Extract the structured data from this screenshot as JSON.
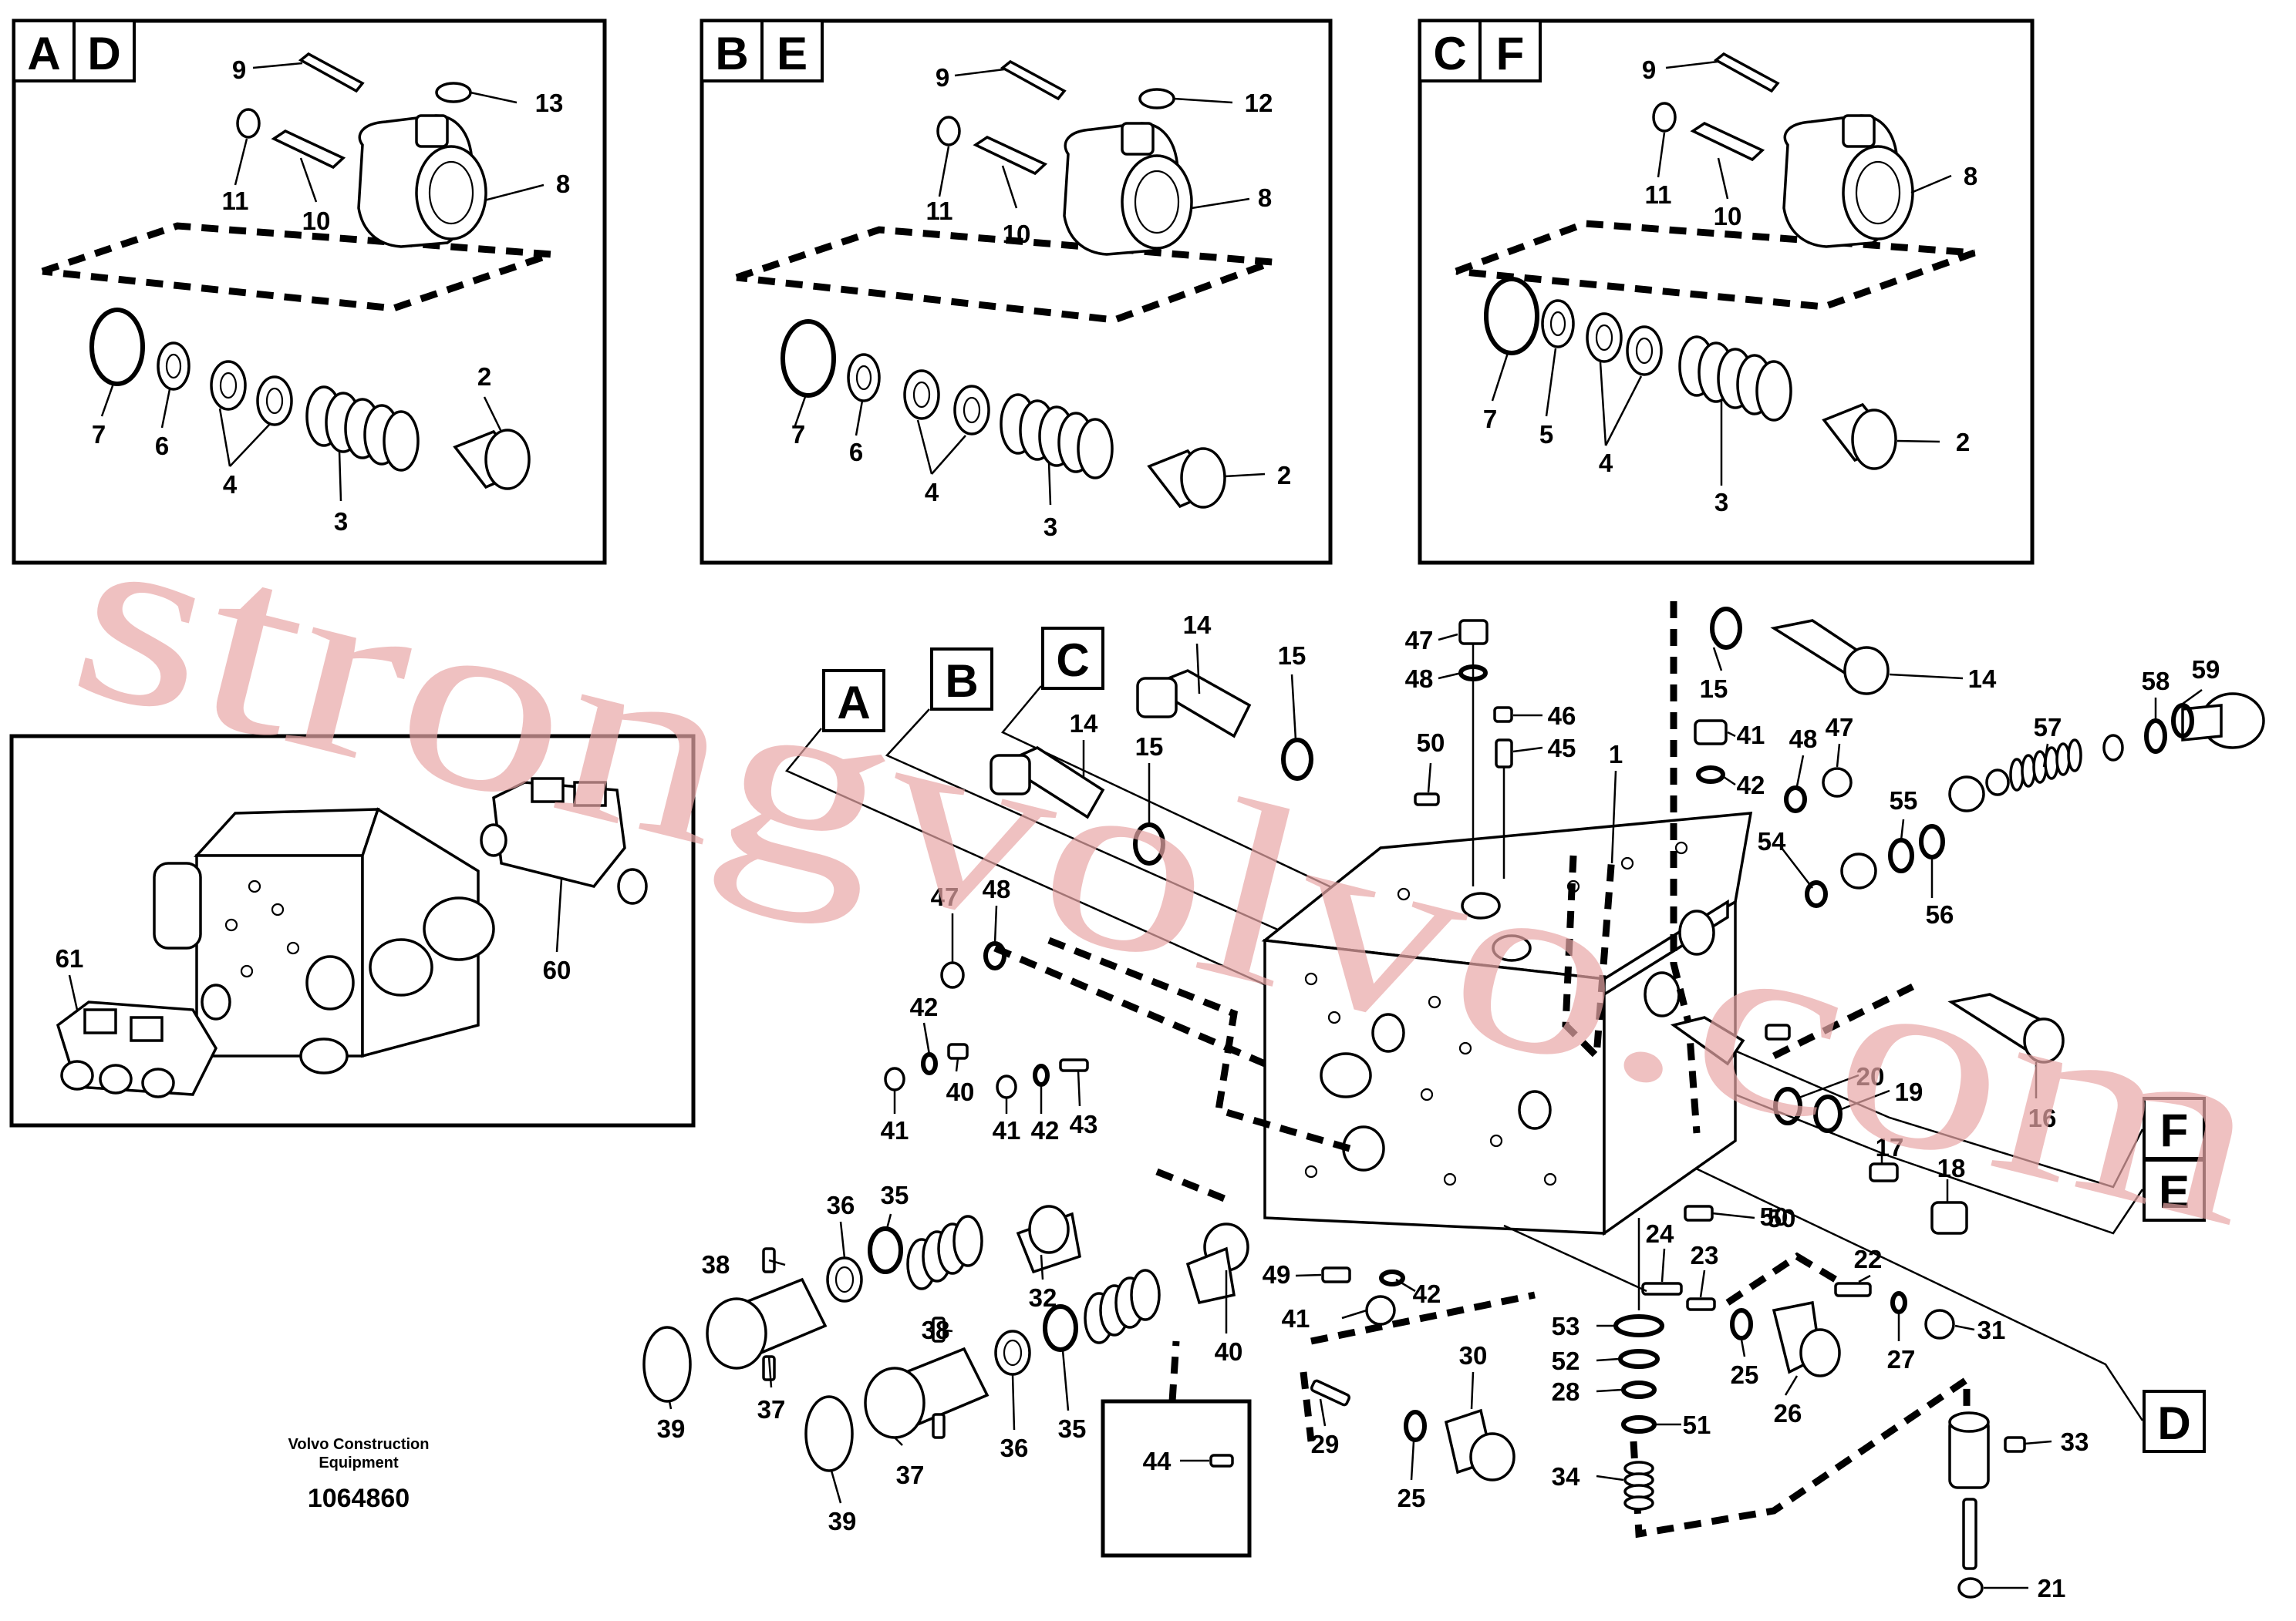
{
  "detail_tags": {
    "AD": [
      "A",
      "D"
    ],
    "BE": [
      "B",
      "E"
    ],
    "CF": [
      "C",
      "F"
    ]
  },
  "view_tags": [
    "A",
    "B",
    "C",
    "D",
    "E",
    "F"
  ],
  "callouts": {
    "panel_ad": [
      "9",
      "13",
      "11",
      "10",
      "8",
      "7",
      "6",
      "4",
      "2",
      "3"
    ],
    "panel_be": [
      "9",
      "12",
      "11",
      "10",
      "8",
      "7",
      "6",
      "4",
      "2",
      "3"
    ],
    "panel_cf": [
      "9",
      "11",
      "10",
      "8",
      "7",
      "5",
      "4",
      "2",
      "3"
    ],
    "inset": [
      "61",
      "60"
    ],
    "main": [
      "14",
      "15",
      "14",
      "15",
      "47",
      "48",
      "46",
      "45",
      "50",
      "1",
      "15",
      "14",
      "41",
      "42",
      "48",
      "47",
      "59",
      "58",
      "57",
      "55",
      "54",
      "56",
      "47",
      "48",
      "42",
      "40",
      "41",
      "41",
      "42",
      "43",
      "50",
      "16",
      "20",
      "19",
      "17",
      "18",
      "50",
      "36",
      "35",
      "32",
      "38",
      "37",
      "39",
      "38",
      "36",
      "35",
      "37",
      "39",
      "44",
      "40",
      "49",
      "41",
      "42",
      "24",
      "23",
      "22",
      "53",
      "52",
      "28",
      "51",
      "34",
      "25",
      "26",
      "27",
      "31",
      "30",
      "29",
      "25",
      "33",
      "21"
    ]
  },
  "footer": {
    "caption_line1": "Volvo Construction",
    "caption_line2": "Equipment",
    "document_number": "1064860"
  },
  "watermark": "strongvolvo.com",
  "colors": {
    "line": "#000000",
    "background": "#ffffff",
    "watermark": "#e8a7a7"
  }
}
